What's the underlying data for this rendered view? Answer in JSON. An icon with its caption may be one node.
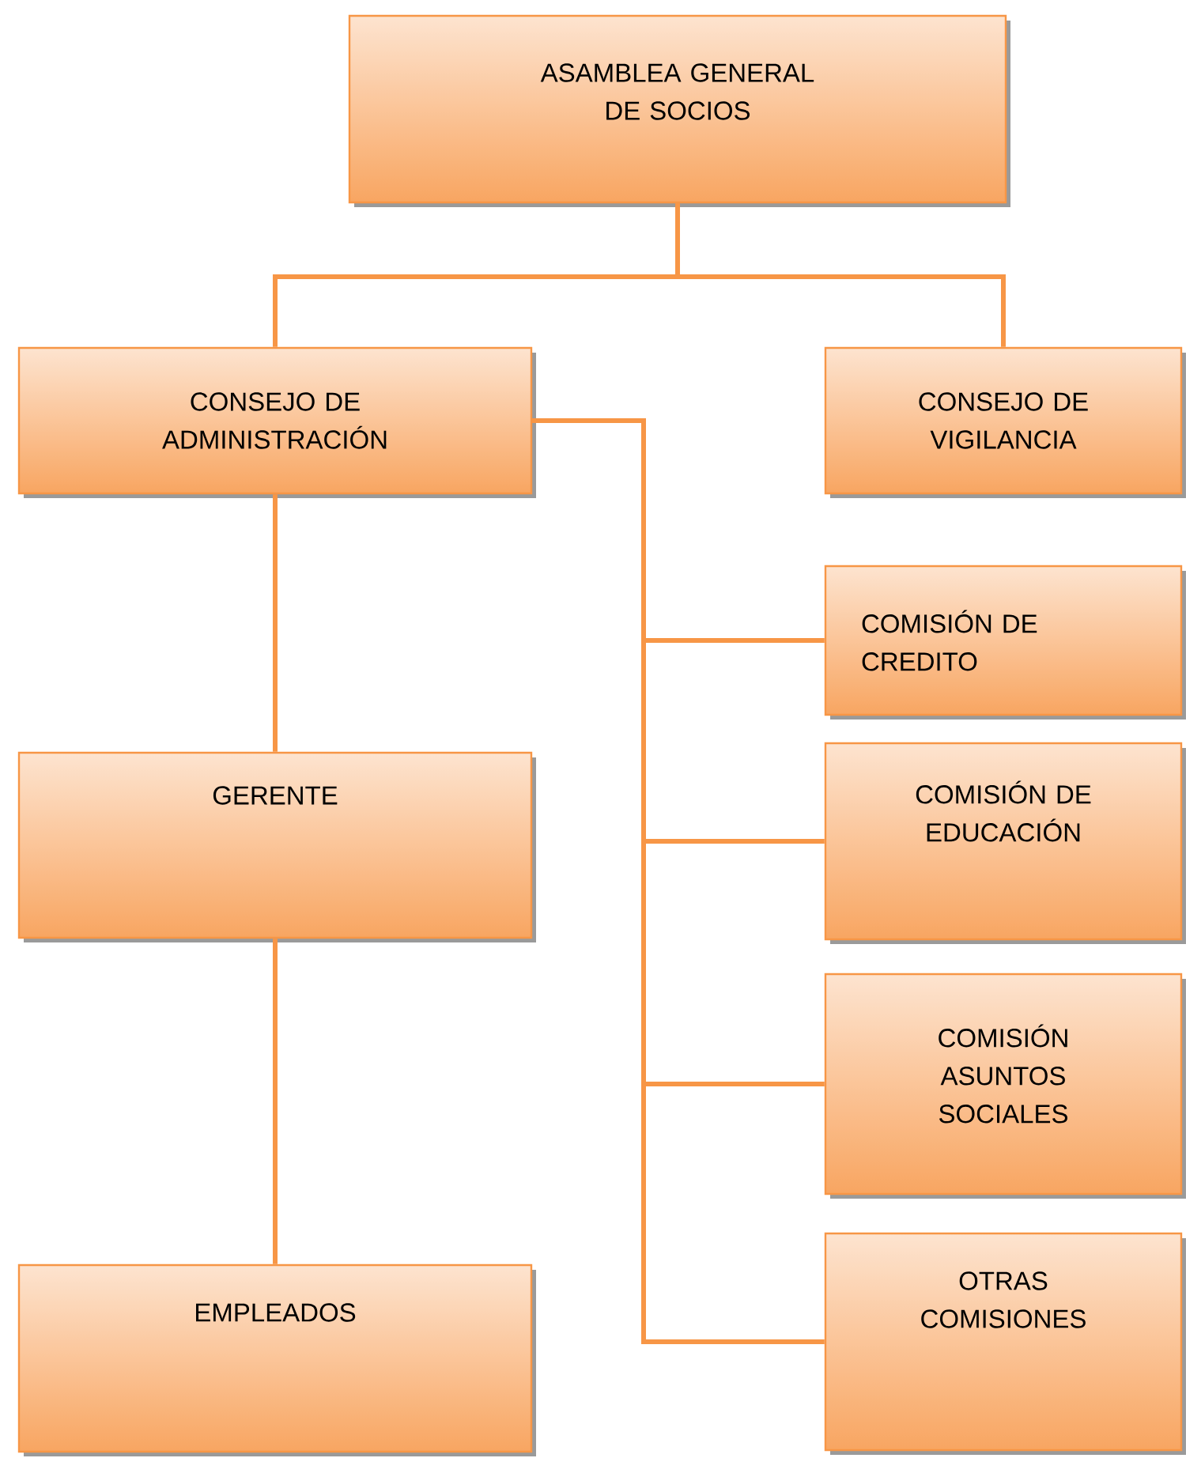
{
  "diagram": {
    "nodes": [
      {
        "text": [
          "ASAMBLEA GENERAL DE SOCIOS"
        ]
      },
      {
        "text": [
          "CONSEJO DE ADMINISTRACIÓN"
        ]
      },
      {
        "text": [
          "CONSEJO DE VIGILANCIA"
        ]
      },
      {
        "text": [
          "COMISIÓN DE CREDITO"
        ]
      },
      {
        "text": [
          "GERENTE"
        ]
      },
      {
        "text": [
          "COMISIÓN DE EDUCACIÓN"
        ]
      },
      {
        "text": [
          "COMISIÓN ASUNTOS SOCIALES"
        ]
      },
      {
        "text": [
          "EMPLEADOS"
        ]
      },
      {
        "text": [
          "OTRAS COMISIONES"
        ]
      }
    ],
    "edges": [
      {
        "from": 0,
        "to": 1,
        "arrow": "none"
      },
      {
        "from": 0,
        "to": 2,
        "arrow": "none"
      },
      {
        "from": 1,
        "to": 3,
        "arrow": "none"
      },
      {
        "from": 1,
        "to": 5,
        "arrow": "none"
      },
      {
        "from": 1,
        "to": 6,
        "arrow": "none"
      },
      {
        "from": 1,
        "to": 8,
        "arrow": "none"
      },
      {
        "from": 1,
        "to": 4,
        "arrow": "none"
      },
      {
        "from": 4,
        "to": 7,
        "arrow": "none"
      }
    ]
  }
}
